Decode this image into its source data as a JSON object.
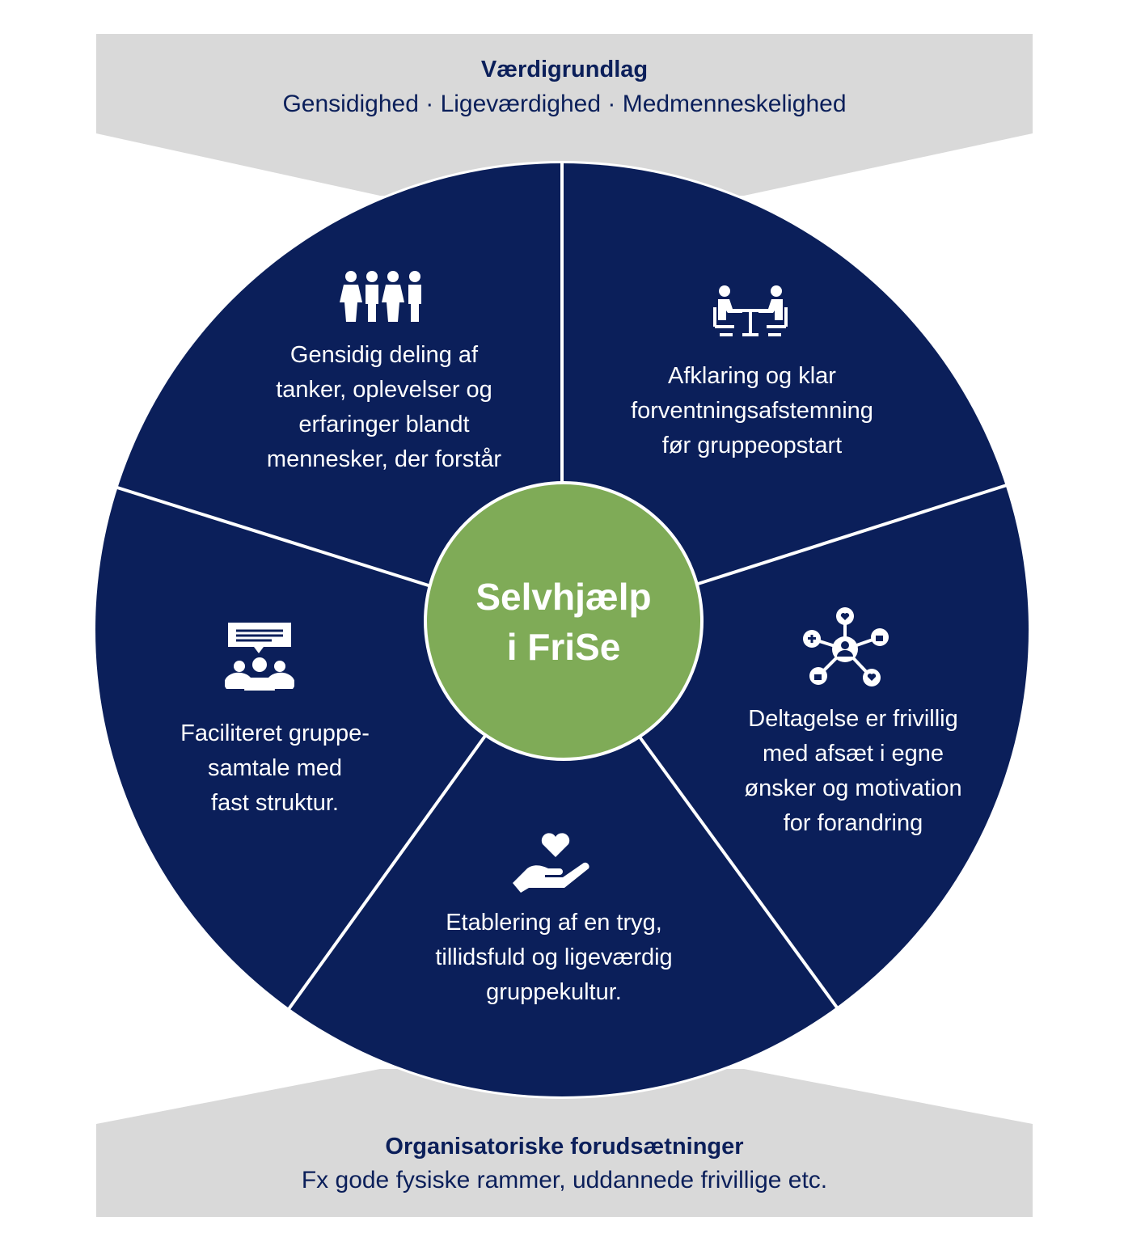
{
  "top_banner": {
    "title": "Værdigrundlag",
    "subtitle": "Gensidighed · Ligeværdighed · Medmenneskelighed"
  },
  "bottom_banner": {
    "title": "Organisatoriske forudsætninger",
    "subtitle": "Fx gode fysiske rammer, uddannede frivillige etc."
  },
  "center": {
    "label": "Selvhjælp\ni FriSe"
  },
  "segments": [
    {
      "icon": "group-people-icon",
      "text": "Gensidig deling af\ntanker, oplevelser og\nerfaringer blandt\nmennesker, der forstår"
    },
    {
      "icon": "meeting-table-icon",
      "text": "Afklaring og klar\nforventningsafstemning\nfør gruppeopstart"
    },
    {
      "icon": "social-network-icon",
      "text": "Deltagelse er frivillig\nmed afsæt i egne\nønsker og motivation\nfor forandring"
    },
    {
      "icon": "heart-hand-icon",
      "text": "Etablering af en tryg,\ntillidsfuld og ligeværdig\ngruppekultur."
    },
    {
      "icon": "group-discussion-icon",
      "text": "Faciliteret gruppe-\nsamtale med\nfast struktur."
    }
  ],
  "colors": {
    "navy": "#0b1f5a",
    "green": "#7fab57",
    "banner": "#d9d9d9"
  }
}
